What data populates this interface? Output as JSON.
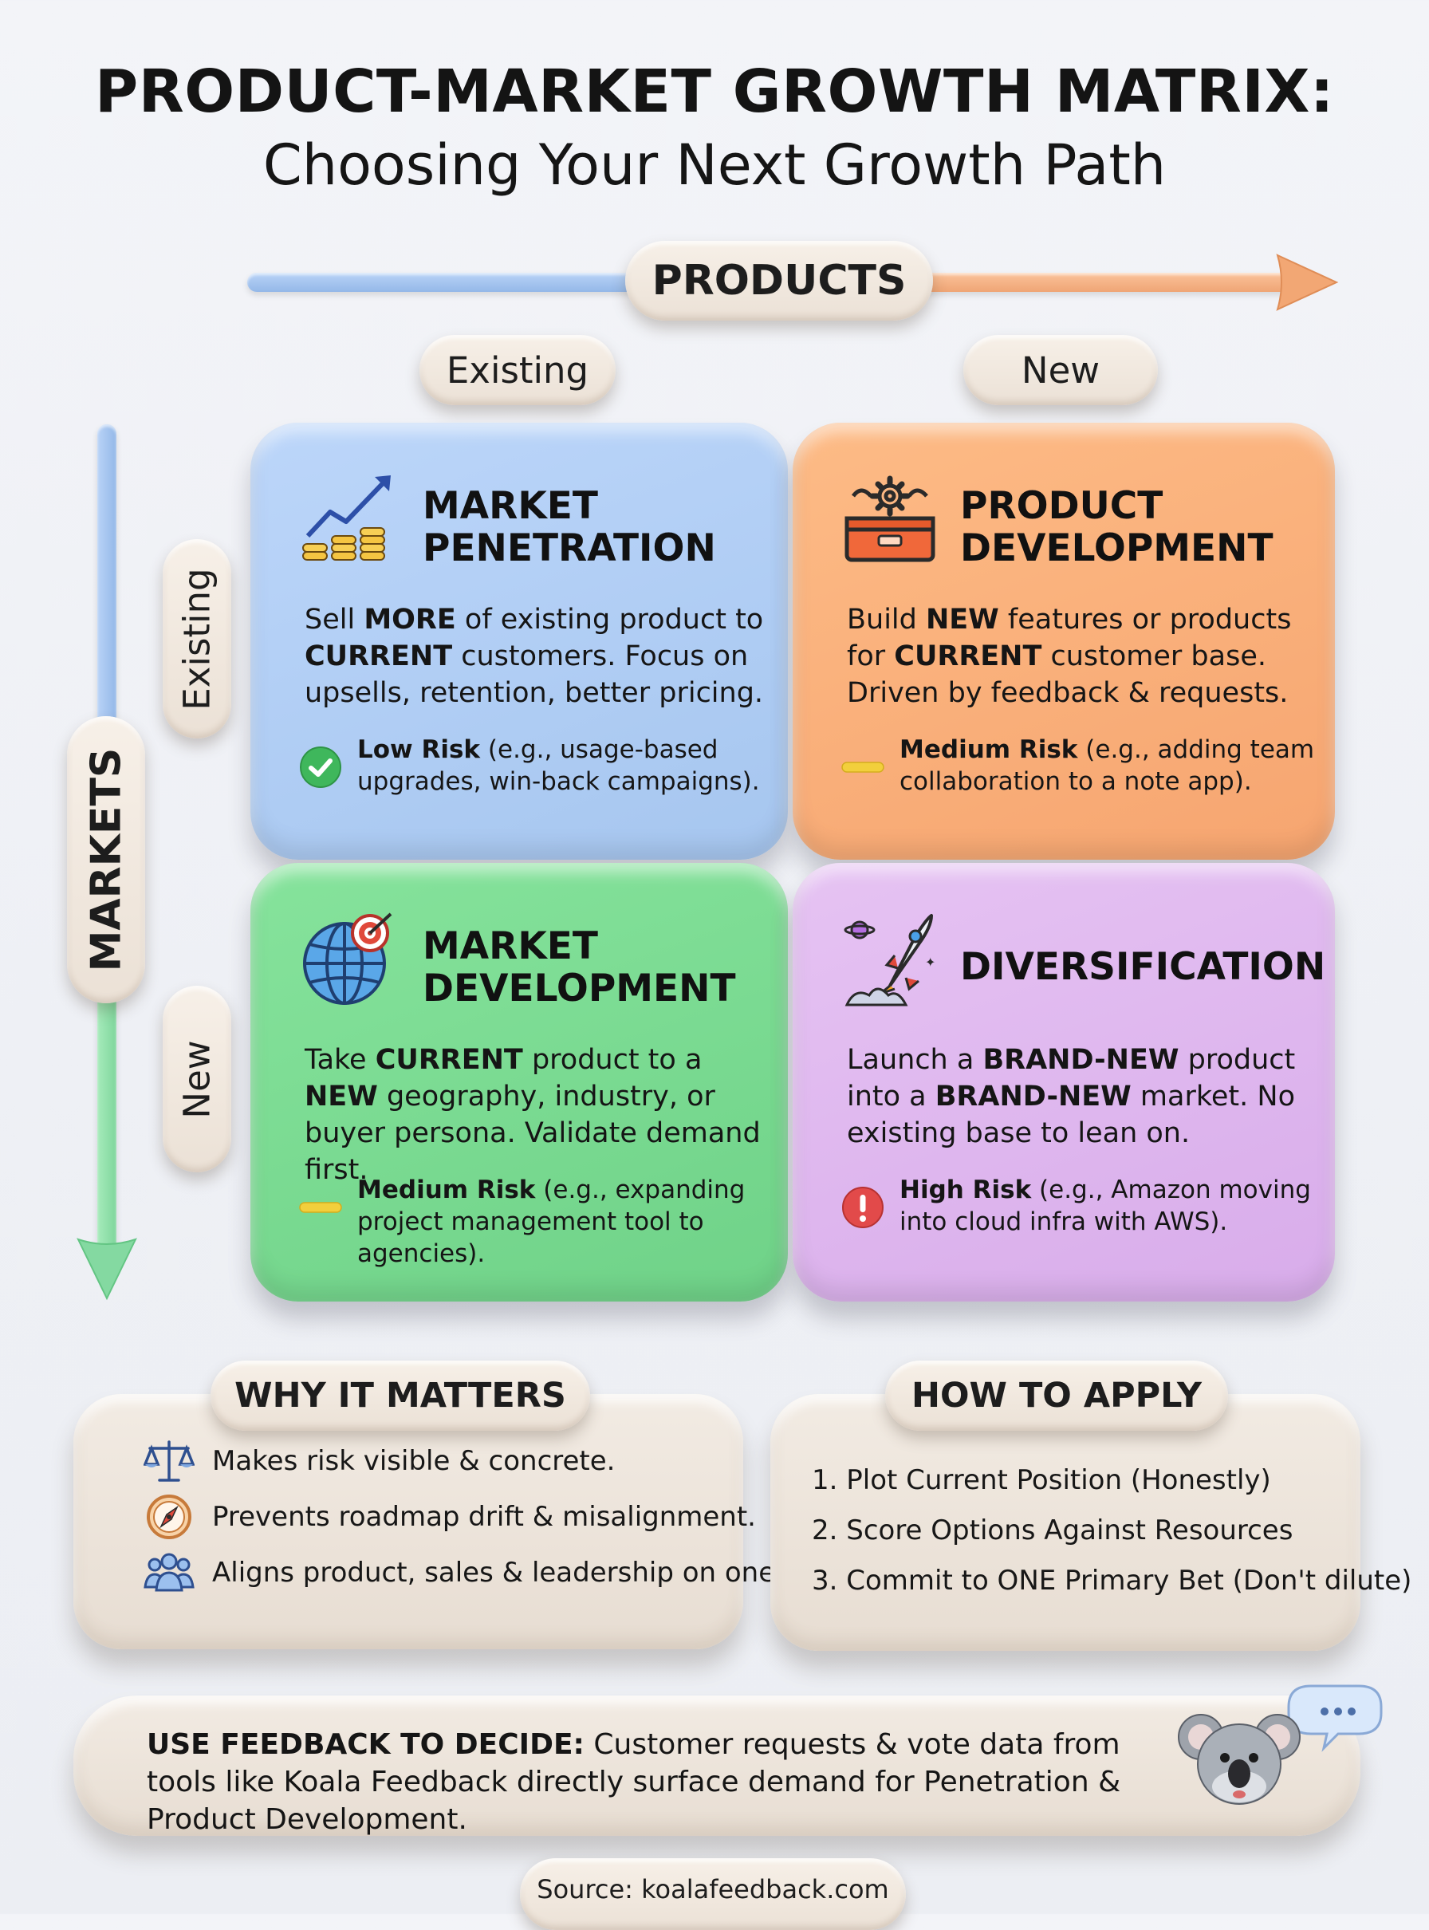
{
  "header": {
    "title": "PRODUCT-MARKET GROWTH MATRIX:",
    "subtitle": "Choosing Your Next Growth Path"
  },
  "axes": {
    "products_label": "PRODUCTS",
    "products_existing": "Existing",
    "products_new": "New",
    "markets_label": "MARKETS",
    "markets_existing": "Existing",
    "markets_new": "New"
  },
  "quadrants": [
    {
      "icon": "coins-growth-chart-icon",
      "title": "MARKET\nPENETRATION",
      "desc_1": "Sell ",
      "desc_2": "MORE",
      "desc_3": " of existing product to ",
      "desc_4": "CURRENT",
      "desc_5": " customers. Focus on upsells, retention, better pricing.",
      "risk_icon": "check-circle-icon",
      "risk_label": "Low Risk",
      "risk_text": " (e.g., usage-based upgrades, win-back campaigns).",
      "color": "#a6c6ef"
    },
    {
      "icon": "gear-toolbox-icon",
      "title": "PRODUCT\nDEVELOPMENT",
      "desc_1": "Build ",
      "desc_2": "NEW",
      "desc_3": " features or products for ",
      "desc_4": "CURRENT",
      "desc_5": " customer base. Driven by feedback & requests.",
      "risk_icon": "yellow-dash-icon",
      "risk_label": "Medium Risk",
      "risk_text": " (e.g., adding team collaboration to a note app).",
      "color": "#f6a570"
    },
    {
      "icon": "globe-target-icon",
      "title": "MARKET\nDEVELOPMENT",
      "desc_1": "Take ",
      "desc_2": "CURRENT",
      "desc_3": " product to a ",
      "desc_4": "NEW",
      "desc_5": " geography, industry, or buyer persona. Validate demand first.",
      "risk_icon": "yellow-dash-icon",
      "risk_label": "Medium Risk",
      "risk_text": " (e.g., expanding project management tool to agencies).",
      "color": "#6fd288"
    },
    {
      "icon": "rocket-launch-icon",
      "title": "DIVERSIFICATION",
      "desc_1": "Launch a ",
      "desc_2": "BRAND-NEW",
      "desc_3": " product into a ",
      "desc_4": "BRAND-NEW",
      "desc_5": " market. No existing base to lean on.",
      "risk_icon": "exclamation-circle-icon",
      "risk_label": "High Risk",
      "risk_text": " (e.g., Amazon moving into cloud infra with AWS).",
      "color": "#d8acea"
    }
  ],
  "why": {
    "heading": "WHY IT MATTERS",
    "items": [
      {
        "icon": "balance-scale-icon",
        "text": "Makes risk visible & concrete."
      },
      {
        "icon": "compass-icon",
        "text": "Prevents roadmap drift & misalignment."
      },
      {
        "icon": "people-group-icon",
        "text": "Aligns product, sales & leadership on one bet."
      }
    ]
  },
  "how": {
    "heading": "HOW TO APPLY",
    "items": [
      "1. Plot Current Position (Honestly)",
      "2. Score Options Against Resources",
      "3. Commit to ONE Primary Bet (Don't dilute)"
    ]
  },
  "feedback": {
    "label": "USE FEEDBACK TO DECIDE:",
    "text": " Customer requests & vote data from tools like Koala Feedback directly surface demand for Penetration & Product Development.",
    "mascot_icon": "koala-chat-icon"
  },
  "source": "Source: koalafeedback.com"
}
